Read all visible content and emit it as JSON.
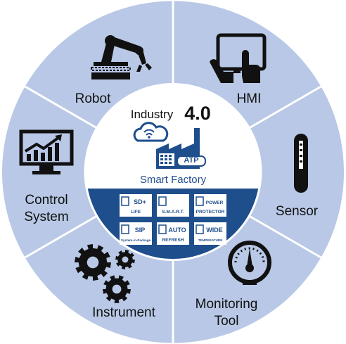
{
  "colors": {
    "ring": "#b8c8e6",
    "divider": "#ffffff",
    "hub_top": "#ffffff",
    "hub_bottom": "#1f4e8c",
    "brand_blue": "#1f4e8c",
    "icon": "#111111"
  },
  "hub": {
    "title_word": "Industry",
    "title_version": "4.0",
    "subtitle": "Smart Factory",
    "factory_badge": "ATP",
    "features": [
      {
        "icon": "sd-card-icon",
        "line1": "SD+",
        "line2": "LIFE"
      },
      {
        "icon": "smart-monitor-icon",
        "line1": "",
        "line2": "S.M.A.R.T."
      },
      {
        "icon": "power-protector-icon",
        "line1": "POWER",
        "line2": "PROTECTOR"
      },
      {
        "icon": "sip-icon",
        "line1": "SIP",
        "line2": "System-in-Package"
      },
      {
        "icon": "auto-refresh-icon",
        "line1": "AUTO",
        "line2": "REFRESH"
      },
      {
        "icon": "wide-temperature-icon",
        "line1": "WIDE",
        "line2": "TEMPERATURE"
      }
    ]
  },
  "segments": [
    {
      "key": "robot",
      "label": "Robot",
      "icon": "robot-arm-icon"
    },
    {
      "key": "hmi",
      "label": "HMI",
      "icon": "touch-screen-icon"
    },
    {
      "key": "sensor",
      "label": "Sensor",
      "icon": "thermometer-icon"
    },
    {
      "key": "monitoring",
      "label": "Monitoring\nTool",
      "icon": "gauge-icon"
    },
    {
      "key": "instrument",
      "label": "Instrument",
      "icon": "gears-icon"
    },
    {
      "key": "control",
      "label": "Control\nSystem",
      "icon": "chart-monitor-icon"
    }
  ]
}
